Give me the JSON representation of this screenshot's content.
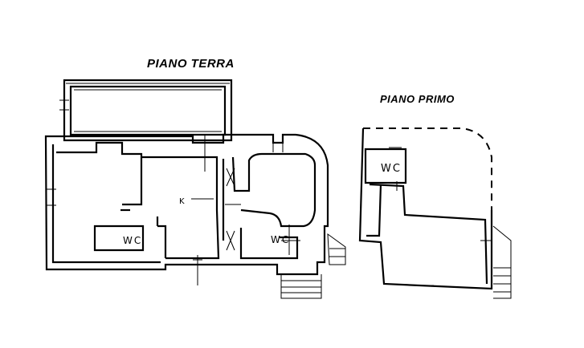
{
  "plans": [
    {
      "title": "PIANO TERRA",
      "rooms": [
        {
          "label": "K"
        },
        {
          "label": "WC"
        },
        {
          "label": "WC"
        }
      ]
    },
    {
      "title": "PIANO PRIMO",
      "rooms": [
        {
          "label": "WC"
        }
      ]
    }
  ]
}
